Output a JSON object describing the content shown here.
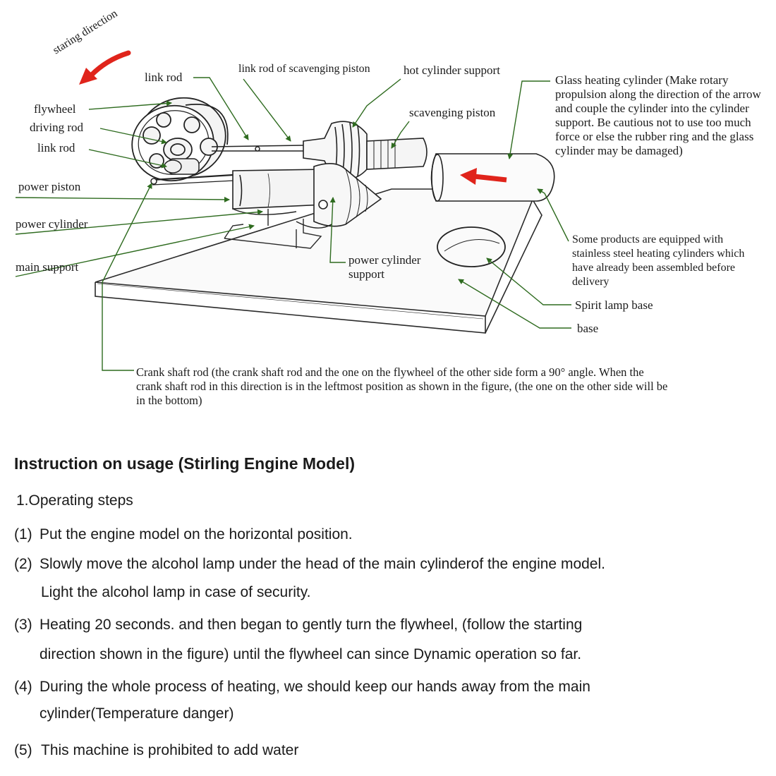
{
  "diagram": {
    "labels": {
      "starting_direction": "staring direction",
      "link_rod_top": "link rod",
      "link_rod_scavenging": "link rod of scavenging piston",
      "hot_cylinder_support": "hot cylinder support",
      "glass_heating_cylinder": "Glass heating cylinder (Make rotary propulsion along the direction of the arrow and couple the cylinder into the cylinder support. Be cautious not to use too much force or else the rubber ring and the glass cylinder may be damaged)",
      "flywheel": "flywheel",
      "driving_rod": "driving rod",
      "link_rod_left": "link rod",
      "scavenging_piston": "scavenging piston",
      "power_piston": "power piston",
      "power_cylinder": "power cylinder",
      "main_support": "main support",
      "power_cylinder_support": "power cylinder support",
      "stainless_note": "Some products are equipped with stainless steel heating cylinders which have already been assembled before delivery",
      "spirit_lamp_base": "Spirit lamp base",
      "base": "base",
      "crank_shaft_rod": "Crank shaft rod (the crank shaft rod and the one on the flywheel of the other side form a 90° angle. When the crank shaft rod in this direction is in the leftmost position as shown in the figure, (the one on the other side will be in the bottom)"
    },
    "colors": {
      "leader_line": "#2e6b1f",
      "arrow_red": "#e0241b",
      "ink": "#1b1b1b"
    }
  },
  "instructions": {
    "title": "Instruction on usage (Stirling  Engine Model)",
    "section": "1.Operating steps",
    "steps": [
      {
        "num": "(1)",
        "lines": [
          "Put the engine model on the horizontal position."
        ]
      },
      {
        "num": "(2)",
        "lines": [
          "Slowly move the alcohol lamp under the head of the main cylinderof the engine model.",
          "Light the alcohol lamp in case of security."
        ]
      },
      {
        "num": "(3)",
        "lines": [
          "Heating 20 seconds. and then began to gently turn the flywheel, (follow the starting",
          "direction shown in the figure) until the flywheel can since Dynamic operation so far."
        ]
      },
      {
        "num": "(4)",
        "lines": [
          "During the whole process of heating, we should keep our  hands away from the main",
          "cylinder(Temperature danger)"
        ]
      },
      {
        "num": "(5)",
        "lines": [
          "This machine is prohibited to add water"
        ]
      }
    ]
  }
}
